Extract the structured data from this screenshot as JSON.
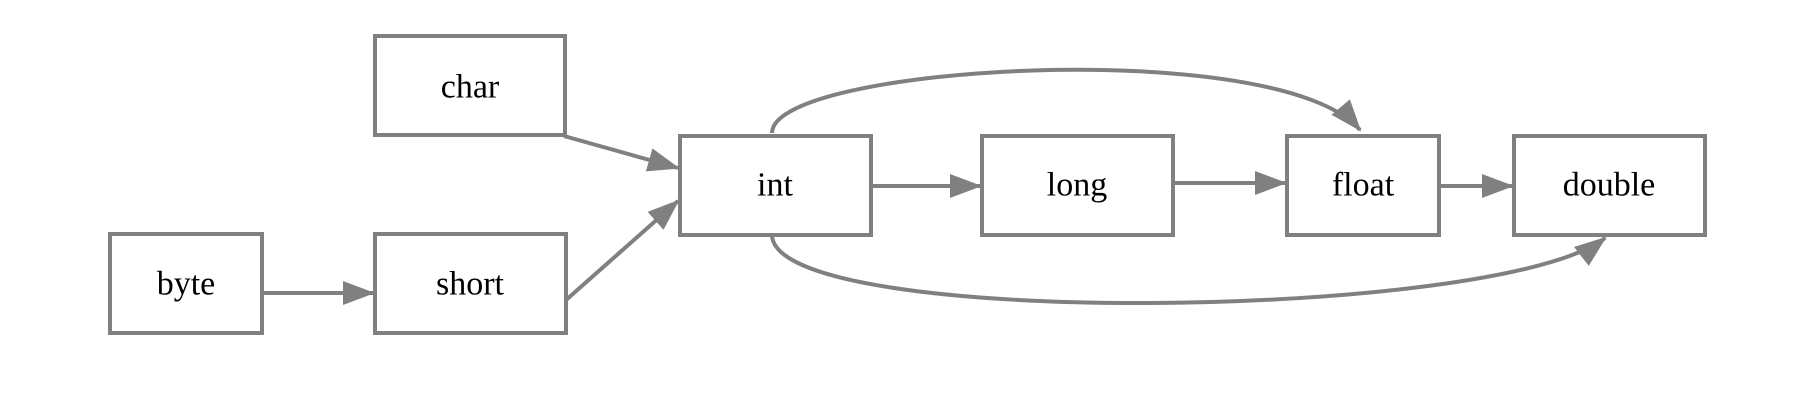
{
  "diagram": {
    "stroke_color": "#808080",
    "text_color": "#000000",
    "background": "#ffffff",
    "nodes": {
      "char": "char",
      "byte": "byte",
      "short": "short",
      "int": "int",
      "long": "long",
      "float": "float",
      "double": "double"
    },
    "edges": [
      {
        "from": "char",
        "to": "int"
      },
      {
        "from": "byte",
        "to": "short"
      },
      {
        "from": "short",
        "to": "int"
      },
      {
        "from": "int",
        "to": "long"
      },
      {
        "from": "long",
        "to": "float"
      },
      {
        "from": "float",
        "to": "double"
      },
      {
        "from": "int",
        "to": "float"
      },
      {
        "from": "int",
        "to": "double"
      }
    ]
  }
}
